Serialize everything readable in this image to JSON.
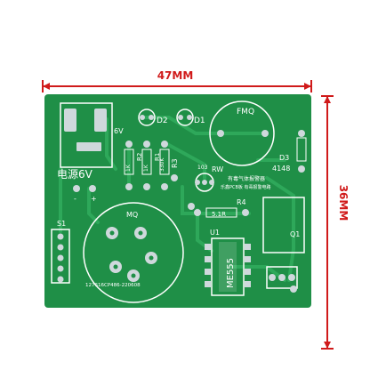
{
  "dimensions": {
    "width_label": "47MM",
    "height_label": "36MM"
  },
  "colors": {
    "board": "#1f8f47",
    "board_dark": "#157a3a",
    "trace": "#2ea85a",
    "pad": "#cfd8dc",
    "silk": "#ffffff",
    "dim": "#d01a1a"
  },
  "labels": {
    "d2": "D2",
    "d1": "D1",
    "v6": "6V",
    "fmq": "FMQ",
    "r1": "1K",
    "r2": "1K",
    "r3": "R3",
    "r1_label": "R1",
    "r2_label": "R2",
    "r3_val": "330K",
    "power": "电源6V",
    "minus": "-",
    "plus": "+",
    "rw_code": "103",
    "rw": "RW",
    "d3": "D3",
    "d3_val": "4148",
    "gas_cn_1": "有毒气体报警器",
    "gas_cn_2": "乐鑫PCB板 有毒报警电路",
    "s1": "S1",
    "mq": "MQ",
    "r4": "R4",
    "r4_val": "5.1R",
    "u1": "U1",
    "me555": "ME555",
    "q1": "Q1",
    "board_code": "127616CP486-220608"
  }
}
